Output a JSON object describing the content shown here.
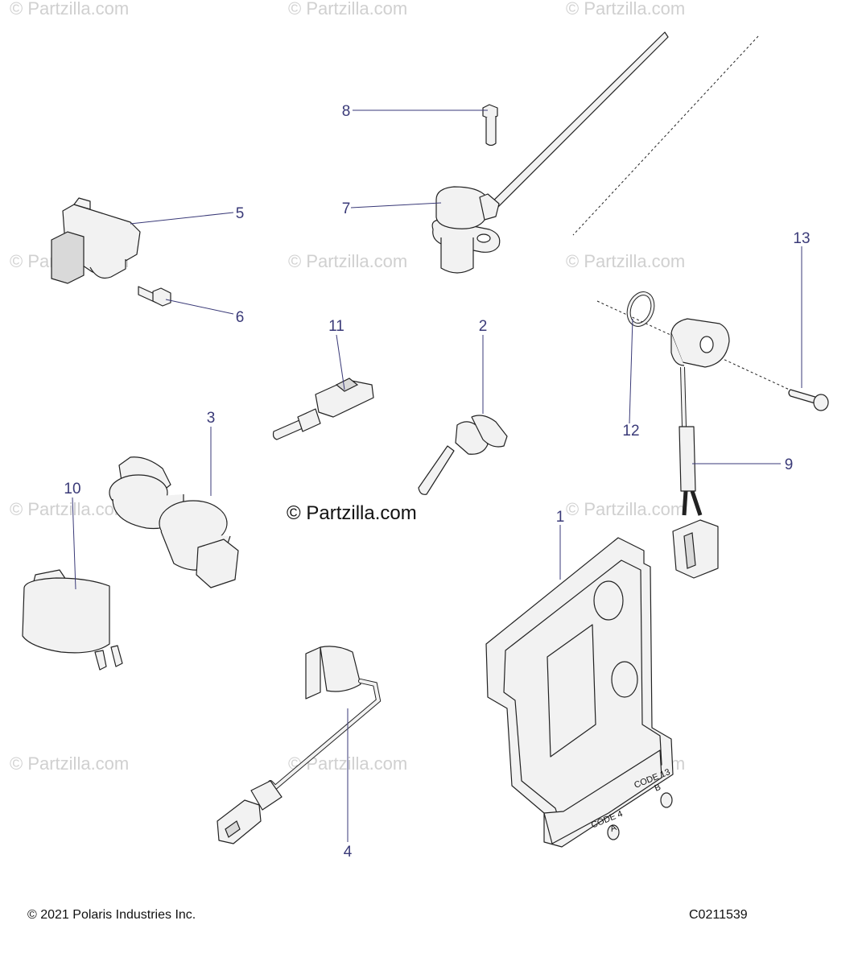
{
  "watermark": "© Partzilla.com",
  "center_watermark": "© Partzilla.com",
  "footer": {
    "copyright": "© 2021 Polaris Industries Inc.",
    "diagram_code": "C0211539"
  },
  "ecu_labels": {
    "code_a": "CODE 4",
    "a": "A",
    "code_b": "CODE 13",
    "b": "B"
  },
  "callouts": {
    "c1": "1",
    "c2": "2",
    "c3": "3",
    "c4": "4",
    "c5": "5",
    "c6": "6",
    "c7": "7",
    "c8": "8",
    "c9": "9",
    "c10": "10",
    "c11": "11",
    "c12": "12",
    "c13": "13"
  }
}
